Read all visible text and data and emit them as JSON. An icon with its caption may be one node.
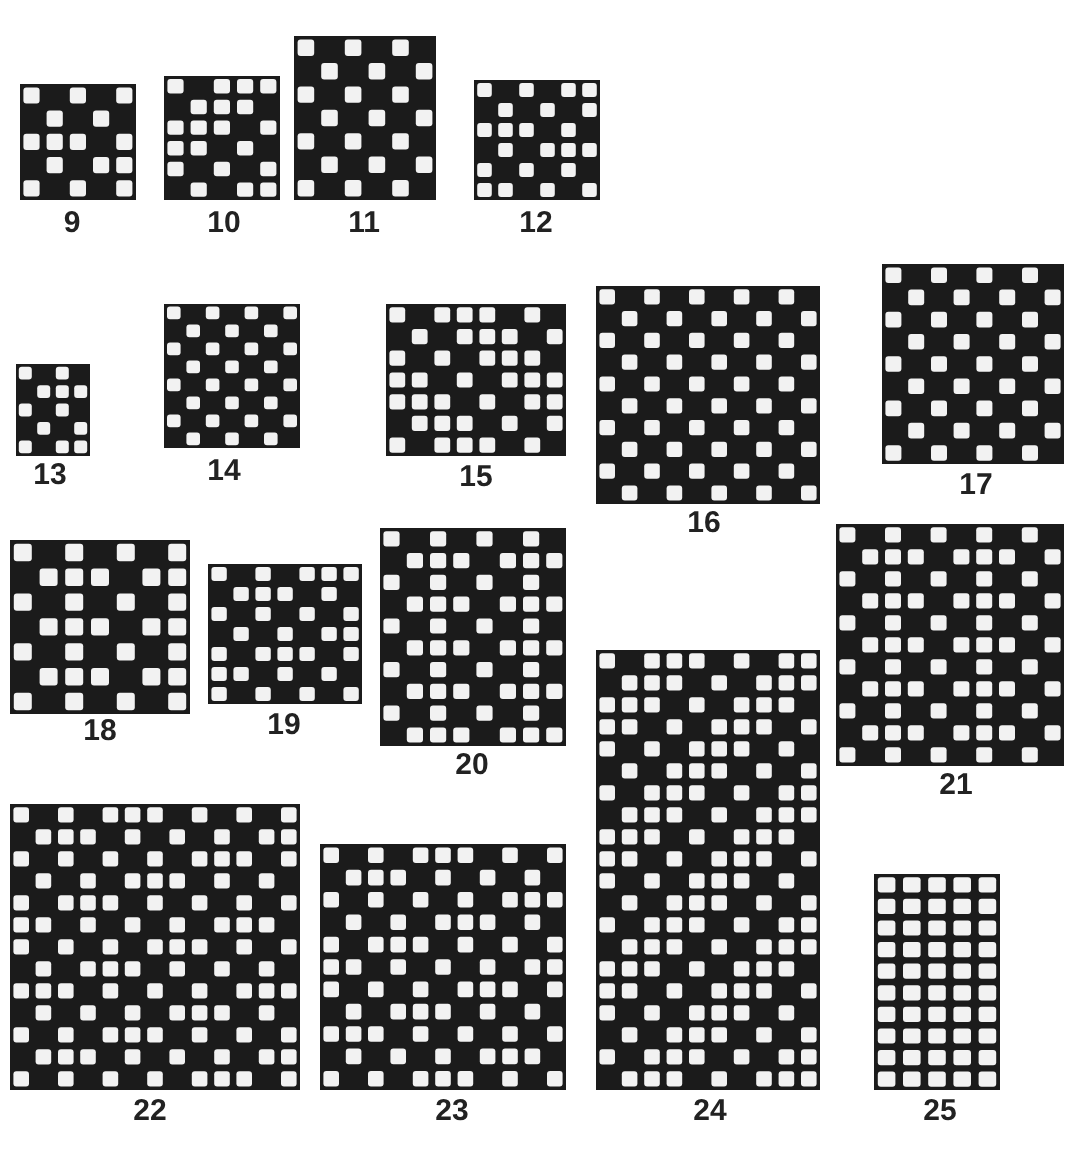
{
  "diagram": {
    "labels": [
      "9",
      "10",
      "11",
      "12",
      "13",
      "14",
      "15",
      "16",
      "17",
      "18",
      "19",
      "20",
      "21",
      "22",
      "23",
      "24",
      "25"
    ]
  }
}
